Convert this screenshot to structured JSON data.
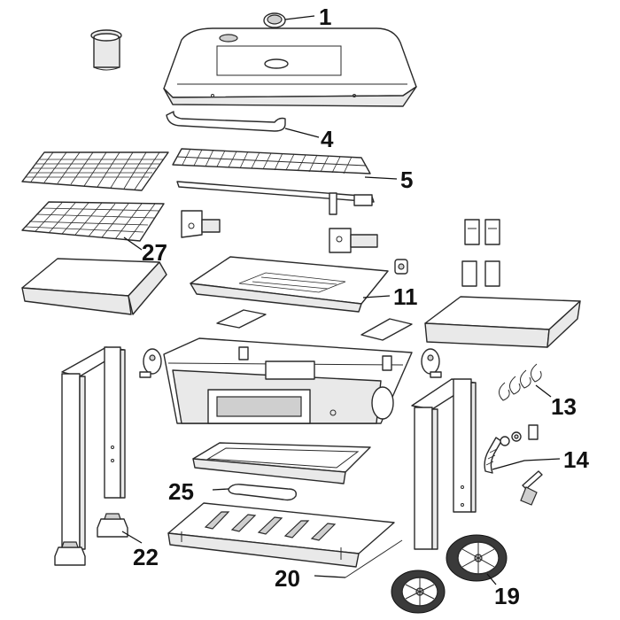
{
  "callouts": [
    {
      "id": "c1",
      "label": "1"
    },
    {
      "id": "c4",
      "label": "4"
    },
    {
      "id": "c5",
      "label": "5"
    },
    {
      "id": "c27",
      "label": "27"
    },
    {
      "id": "c11",
      "label": "11"
    },
    {
      "id": "c13",
      "label": "13"
    },
    {
      "id": "c14",
      "label": "14"
    },
    {
      "id": "c25",
      "label": "25"
    },
    {
      "id": "c22",
      "label": "22"
    },
    {
      "id": "c20",
      "label": "20"
    },
    {
      "id": "c19",
      "label": "19"
    }
  ]
}
